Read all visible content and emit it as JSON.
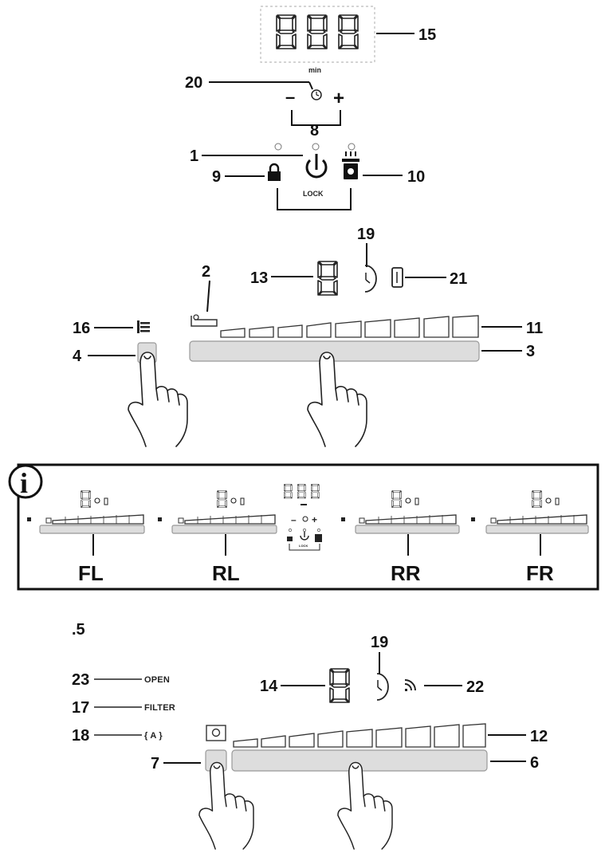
{
  "callouts": {
    "display_timer": "15",
    "timer_symbol": "20",
    "timer_minus_plus": "8",
    "power": "1",
    "lock": "9",
    "keep_warm": "10",
    "zone_indicator": "2",
    "zone_display": "13",
    "zone_timer": "19",
    "bridge": "21",
    "hood_icon": "16",
    "hood_key": "4",
    "power_steps": "11",
    "slider": "3",
    "hood_display": "14",
    "hood_timer": "19",
    "light": "22",
    "open": "23",
    "filter": "17",
    "auto": "18",
    "hood_control": "7",
    "hood_steps": "12",
    "hood_slider": "6"
  },
  "texts": {
    "min_unit": "min",
    "lock_word": "LOCK",
    "minus": "–",
    "plus": "+",
    "open_word": "OPEN",
    "filter_word": "FILTER",
    "auto_word": "{ A }",
    "section_number": ".5",
    "info_glyph": "i",
    "lock_word_mini": "LOCK"
  },
  "zones": [
    {
      "label": "FL"
    },
    {
      "label": "RL"
    },
    {
      "label": "RR"
    },
    {
      "label": "FR"
    }
  ]
}
